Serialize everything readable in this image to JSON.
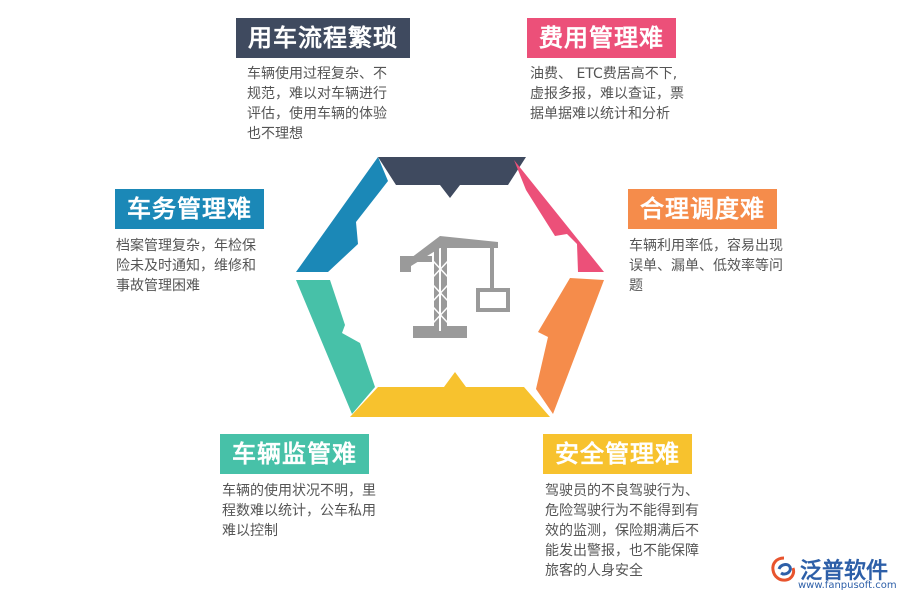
{
  "segments": [
    {
      "id": "top",
      "title": "用车流程繁琐",
      "color": "#3f4a5f",
      "lines": [
        "车辆使用过程复杂、不",
        "规范，难以对车辆进行",
        "评估，使用车辆的体验",
        "也不理想"
      ]
    },
    {
      "id": "upper-right",
      "title": "费用管理难",
      "color": "#ec5079",
      "lines": [
        "油费、 ETC费居高不下,",
        "虚报多报，难以查证，票",
        "据单据难以统计和分析"
      ]
    },
    {
      "id": "right",
      "title": "合理调度难",
      "color": "#f58c4b",
      "lines": [
        "车辆利用率低，容易出现",
        "误单、漏单、低效率等问",
        "题"
      ]
    },
    {
      "id": "bottom",
      "title": "安全管理难",
      "color": "#f7c22e",
      "lines": [
        "驾驶员的不良驾驶行为、",
        "危险驾驶行为不能得到有",
        "效的监测，保险期满后不",
        "能发出警报，也不能保障",
        "旅客的人身安全"
      ]
    },
    {
      "id": "lower-left",
      "title": "车辆监管难",
      "color": "#47c1a8",
      "lines": [
        "车辆的使用状况不明，里",
        "程数难以统计，公车私用",
        "难以控制"
      ]
    },
    {
      "id": "left",
      "title": "车务管理难",
      "color": "#1b88b7",
      "lines": [
        "档案管理复杂，年检保",
        "险未及时通知，维修和",
        "事故管理困难"
      ]
    }
  ],
  "center_icon": "crane-icon",
  "center_icon_color": "#9a9a9a",
  "logo": {
    "icon": "fanpu-logo-icon",
    "name": "泛普软件",
    "url": "www.fanpusoft.com"
  }
}
